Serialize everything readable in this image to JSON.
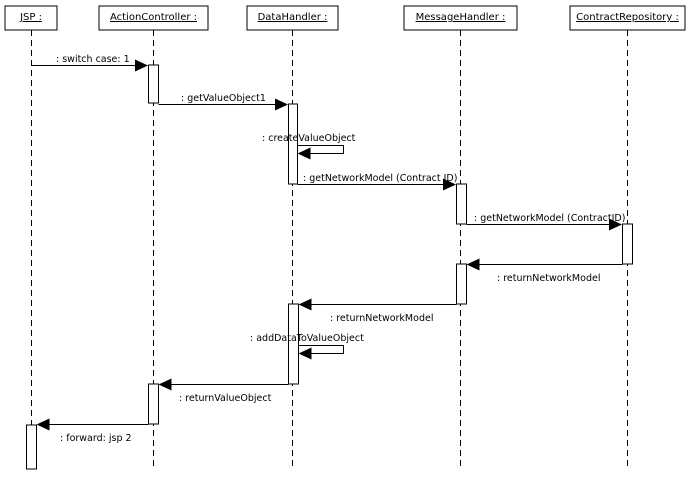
{
  "lifelines": [
    {
      "id": "jsp",
      "label": "JSP :"
    },
    {
      "id": "action",
      "label": "ActionController :"
    },
    {
      "id": "data",
      "label": "DataHandler :"
    },
    {
      "id": "message",
      "label": "MessageHandler :"
    },
    {
      "id": "repo",
      "label": "ContractRepository :"
    }
  ],
  "messages": [
    {
      "label": ": switch case: 1"
    },
    {
      "label": ": getValueObject1"
    },
    {
      "label": ": createValueObject"
    },
    {
      "label": ": getNetworkModel (Contract ID)"
    },
    {
      "label": ": getNetworkModel (ContractID)"
    },
    {
      "label": ": returnNetworkModel"
    },
    {
      "label": ": returnNetworkModel"
    },
    {
      "label": ": addDataToValueObject"
    },
    {
      "label": ": returnValueObject"
    },
    {
      "label": ": forward: jsp 2"
    }
  ]
}
